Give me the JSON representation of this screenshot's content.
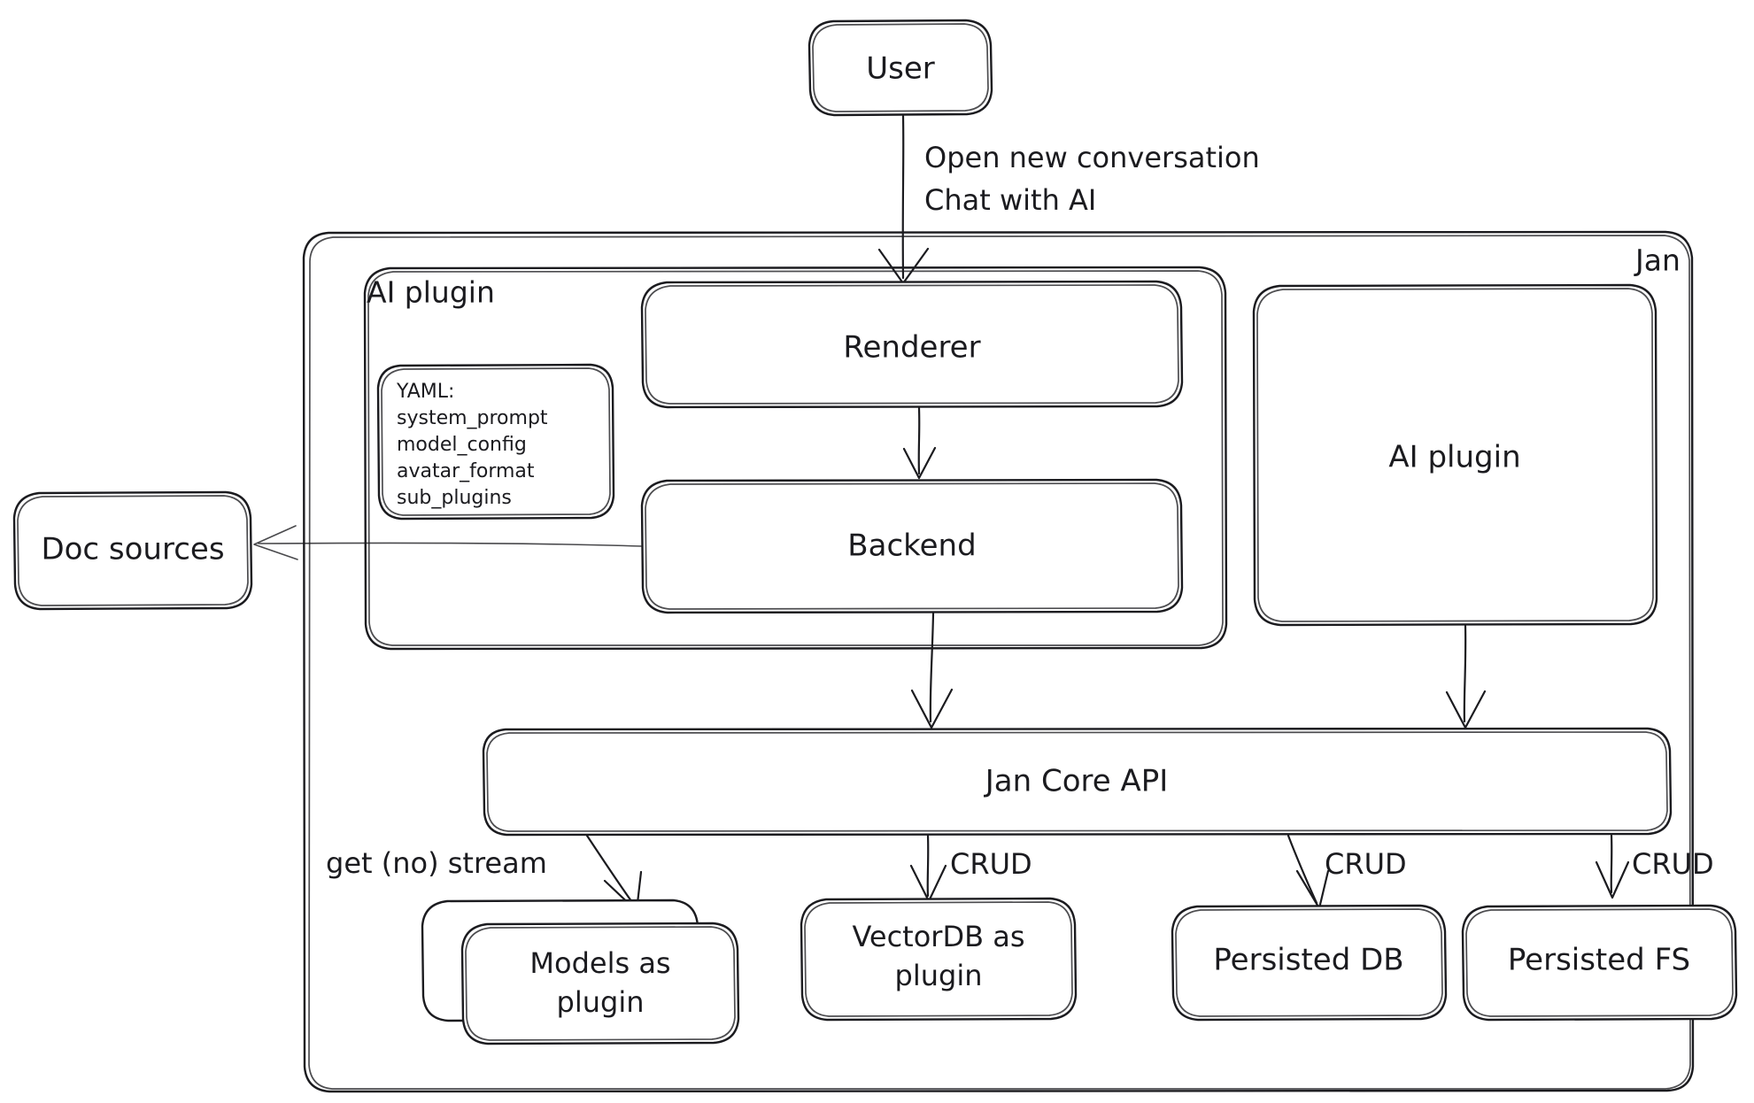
{
  "diagram": {
    "title": "Jan architecture diagram",
    "style": "hand-drawn",
    "background": "#ffffff",
    "stroke_color": "#1b1b1f"
  },
  "groups": [
    {
      "id": "jan",
      "label": "Jan"
    },
    {
      "id": "ai_plugin_group",
      "label": "AI plugin"
    }
  ],
  "nodes": [
    {
      "id": "user",
      "label": "User"
    },
    {
      "id": "renderer",
      "label": "Renderer"
    },
    {
      "id": "backend",
      "label": "Backend"
    },
    {
      "id": "doc_sources",
      "label": "Doc sources"
    },
    {
      "id": "ai_plugin",
      "label": "AI plugin"
    },
    {
      "id": "jan_core_api",
      "label": "Jan Core API"
    },
    {
      "id": "models_plugin",
      "label_line1": "Models as",
      "label_line2": "plugin"
    },
    {
      "id": "vectordb_plugin",
      "label_line1": "VectorDB as",
      "label_line2": "plugin"
    },
    {
      "id": "persisted_db",
      "label": "Persisted DB"
    },
    {
      "id": "persisted_fs",
      "label": "Persisted FS"
    }
  ],
  "yaml_card": {
    "title": "YAML:",
    "keys": [
      "system_prompt",
      "model_config",
      "avatar_format",
      "sub_plugins"
    ]
  },
  "edges": [
    {
      "id": "user-renderer",
      "from": "user",
      "to": "renderer",
      "label_line1": "Open new conversation",
      "label_line2": "Chat with AI"
    },
    {
      "id": "renderer-backend",
      "from": "renderer",
      "to": "backend",
      "label": ""
    },
    {
      "id": "backend-docsources",
      "from": "backend",
      "to": "doc_sources",
      "label": ""
    },
    {
      "id": "backend-core",
      "from": "backend",
      "to": "jan_core_api",
      "label": ""
    },
    {
      "id": "aiplugin-core",
      "from": "ai_plugin",
      "to": "jan_core_api",
      "label": ""
    },
    {
      "id": "core-models",
      "from": "jan_core_api",
      "to": "models_plugin",
      "label": "get (no) stream"
    },
    {
      "id": "core-vectordb",
      "from": "jan_core_api",
      "to": "vectordb_plugin",
      "label": "CRUD"
    },
    {
      "id": "core-db",
      "from": "jan_core_api",
      "to": "persisted_db",
      "label": "CRUD"
    },
    {
      "id": "core-fs",
      "from": "jan_core_api",
      "to": "persisted_fs",
      "label": "CRUD"
    }
  ]
}
